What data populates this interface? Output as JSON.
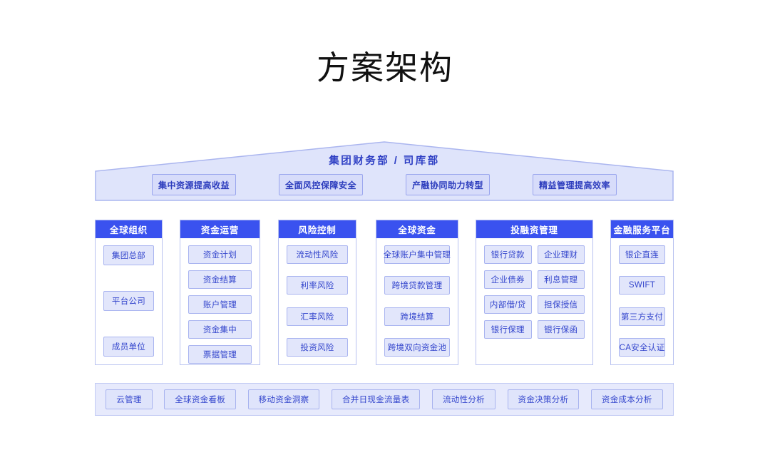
{
  "page": {
    "title": "方案架构",
    "background": "#ffffff",
    "accent_blue": "#3a52ef",
    "cell_fill": "#e2e6fb",
    "cell_border": "#a9b4f0",
    "text_blue": "#3345cc"
  },
  "roof": {
    "label": "集团财务部 / 司库部",
    "pills": [
      "集中资源提高收益",
      "全面风控保障安全",
      "产融协同助力转型",
      "精益管理提高效率"
    ]
  },
  "columns": [
    {
      "header": "全球组织",
      "layout": "spread",
      "items": [
        "集团总部",
        "平台公司",
        "成员单位"
      ]
    },
    {
      "header": "资金运营",
      "layout": "even",
      "items": [
        "资金计划",
        "资金结算",
        "账户管理",
        "资金集中",
        "票据管理"
      ]
    },
    {
      "header": "风险控制",
      "layout": "spread",
      "items": [
        "流动性风险",
        "利率风险",
        "汇率风险",
        "投资风险"
      ]
    },
    {
      "header": "全球资金",
      "layout": "spread",
      "items": [
        "全球账户集中管理",
        "跨境贷款管理",
        "跨境结算",
        "跨境双向资金池"
      ]
    },
    {
      "header": "投融资管理",
      "layout": "grid2",
      "items": [
        "银行贷款",
        "企业理财",
        "企业债券",
        "利息管理",
        "内部借/贷",
        "担保授信",
        "银行保理",
        "银行保函"
      ]
    },
    {
      "header": "金融服务平台",
      "layout": "spread",
      "items": [
        "银企直连",
        "SWIFT",
        "第三方支付",
        "CA安全认证"
      ]
    }
  ],
  "footer": {
    "pills": [
      "云管理",
      "全球资金看板",
      "移动资金洞察",
      "合并日现金流量表",
      "流动性分析",
      "资金决策分析",
      "资金成本分析"
    ]
  }
}
